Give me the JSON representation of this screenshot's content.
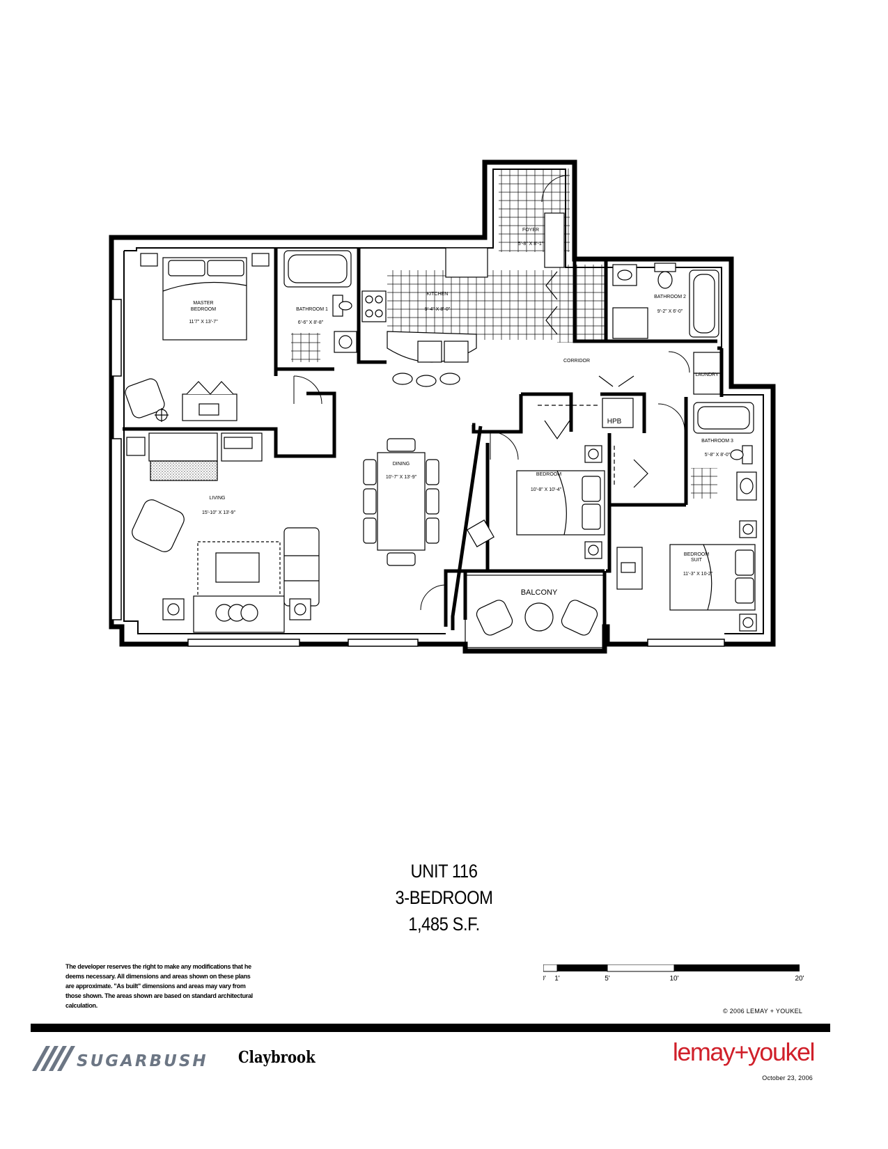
{
  "rooms": {
    "foyer": {
      "name": "FOYER",
      "dims": "5'-8\" X 8'-1\""
    },
    "master": {
      "name_line1": "MASTER",
      "name_line2": "BEDROOM",
      "dims": "11'7\" X 13'-7\""
    },
    "bath1": {
      "name": "BATHROOM 1",
      "dims": "6'-6\" X 8'-8\""
    },
    "kitchen": {
      "name": "KITCHEN",
      "dims": "9'-4\" X 8'-0\""
    },
    "bath2": {
      "name": "BATHROOM 2",
      "dims": "9'-2\" X 6'-0\""
    },
    "corridor": {
      "name": "CORRIDOR"
    },
    "laundry": {
      "name": "LAUNDRY"
    },
    "hpb": {
      "name": "HPB"
    },
    "bath3": {
      "name": "BATHROOM 3",
      "dims": "5'-8\" X 8'-0\""
    },
    "dining": {
      "name": "DINING",
      "dims": "10'-7\" X 13'-9\""
    },
    "living": {
      "name": "LIVING",
      "dims": "15'-10\" X 13'-9\""
    },
    "bedroom": {
      "name": "BEDROOM",
      "dims": "10'-8\" X 10'-4\""
    },
    "suite": {
      "name_line1": "BEDROOM",
      "name_line2": "SUIT",
      "dims": "11'-3\" X 10-2\""
    },
    "balcony": {
      "name": "BALCONY"
    }
  },
  "unit": {
    "number": "UNIT 116",
    "type": "3-BEDROOM",
    "area": "1,485 S.F."
  },
  "disclaimer": "The developer reserves the right to make any modifications that he deems necessary. All dimensions and areas shown on these plans are approximate. \"As built\" dimensions and areas may vary from those shown. The areas shown are based on standard architectural calculation.",
  "scale": {
    "labels": [
      "0'",
      "1'",
      "5'",
      "10'",
      "20'"
    ]
  },
  "copyright": "© 2006 LEMAY + YOUKEL",
  "logo_left": "SUGARBUSH",
  "project": "Claybrook",
  "brand": "lemay+youkel",
  "date": "October 23, 2006",
  "colors": {
    "brand_red": "#d0202a",
    "ink": "#000000"
  }
}
